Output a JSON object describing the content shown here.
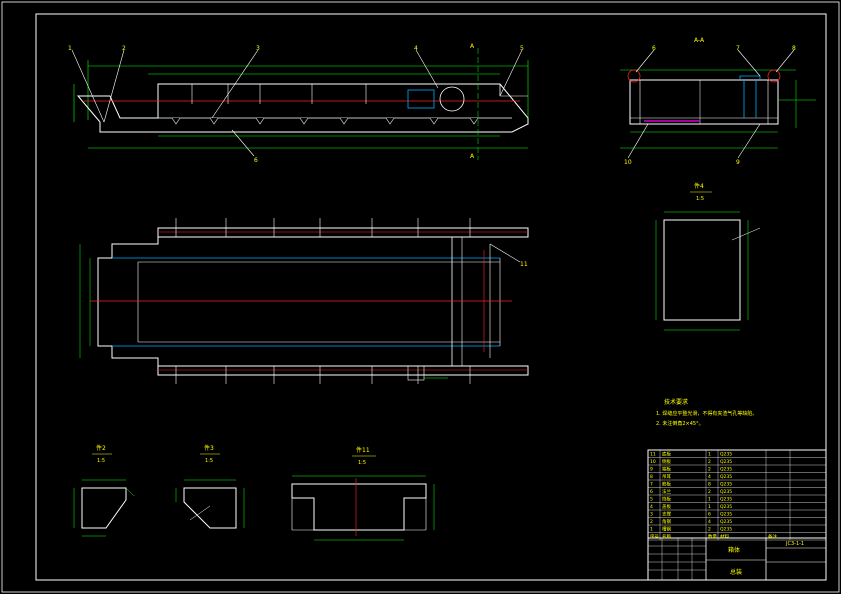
{
  "colors": {
    "background": "#000000",
    "outline": "#ffffff",
    "dimension": "#00ff00",
    "centerline": "#ff2020",
    "hidden": "#00aaff",
    "magenta": "#ff00ff",
    "text": "#ffff00"
  },
  "drawing": {
    "drawing_number": "JC3-1-1",
    "title_text": "箱体",
    "company_text": "总装"
  },
  "views": {
    "front": {
      "label": "A",
      "leaders": [
        "1",
        "2",
        "3",
        "4",
        "5",
        "6"
      ]
    },
    "side": {
      "label": "A-A",
      "leaders": [
        "6",
        "7",
        "8",
        "9",
        "10"
      ]
    },
    "plan": {
      "leader": "11"
    },
    "detail_plate": {
      "label": "件4",
      "scale": "1:5"
    },
    "detail_1": {
      "label": "件2",
      "scale": "1:5"
    },
    "detail_2": {
      "label": "件3",
      "scale": "1:5"
    },
    "detail_3": {
      "label": "件11",
      "scale": "1:5"
    }
  },
  "notes": {
    "heading": "技术要求",
    "items": [
      "1. 焊缝应平整光滑，不得有夹渣气孔等缺陷。",
      "2. 未注倒角2×45°。"
    ]
  },
  "bom": {
    "rows": [
      [
        "11",
        "底板",
        "1",
        "Q235",
        ""
      ],
      [
        "10",
        "侧板",
        "2",
        "Q235",
        ""
      ],
      [
        "9",
        "端板",
        "2",
        "Q235",
        ""
      ],
      [
        "8",
        "吊耳",
        "4",
        "Q235",
        ""
      ],
      [
        "7",
        "筋板",
        "8",
        "Q235",
        ""
      ],
      [
        "6",
        "法兰",
        "2",
        "Q235",
        ""
      ],
      [
        "5",
        "挡板",
        "1",
        "Q235",
        ""
      ],
      [
        "4",
        "盖板",
        "1",
        "Q235",
        ""
      ],
      [
        "3",
        "支撑",
        "6",
        "Q235",
        ""
      ],
      [
        "2",
        "角钢",
        "4",
        "Q235",
        ""
      ],
      [
        "1",
        "槽钢",
        "2",
        "Q235",
        ""
      ]
    ],
    "header": [
      "序号",
      "名称",
      "数量",
      "材料",
      "备注"
    ]
  }
}
